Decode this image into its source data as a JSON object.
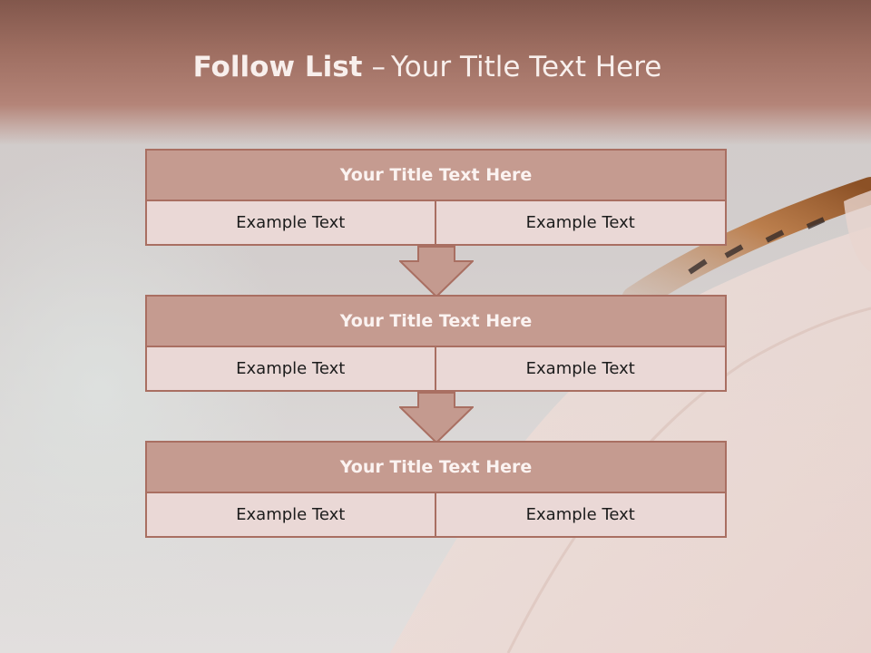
{
  "slide": {
    "title_bold": "Follow List",
    "title_separator": "–",
    "title_rest": "Your Title Text Here"
  },
  "blocks": [
    {
      "title": "Your Title Text Here",
      "left_text": "Example Text",
      "right_text": "Example Text"
    },
    {
      "title": "Your Title Text Here",
      "left_text": "Example Text",
      "right_text": "Example Text"
    },
    {
      "title": "Your Title Text Here",
      "left_text": "Example Text",
      "right_text": "Example Text"
    }
  ],
  "colors": {
    "header_band": "#a07064",
    "block_title_fill": "#c59b90",
    "block_cell_fill": "#ead8d6",
    "border": "#a96f62",
    "arrow_fill": "#c49a8f"
  }
}
